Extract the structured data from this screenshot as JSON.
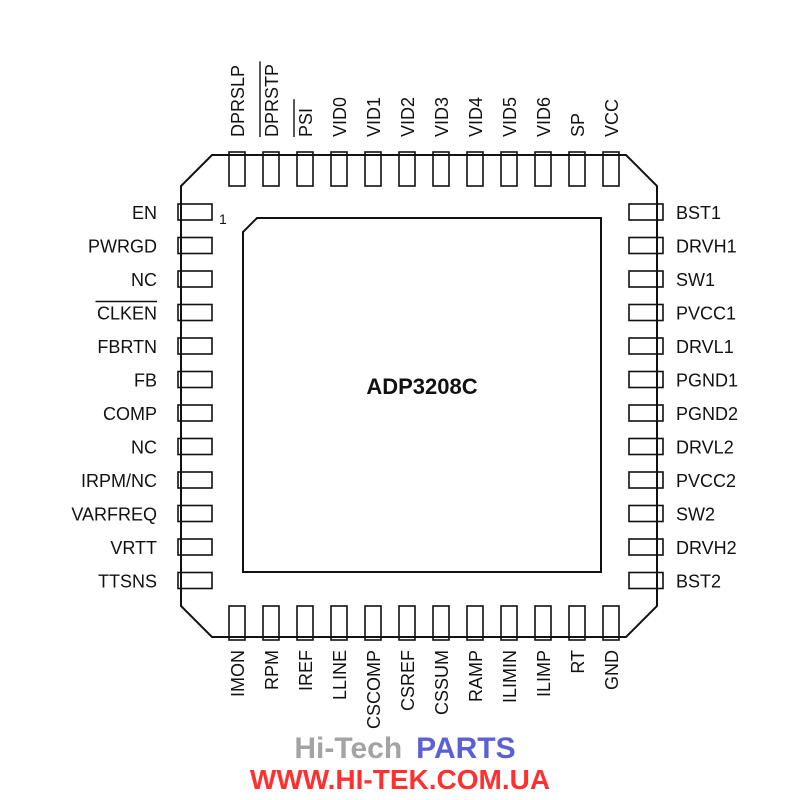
{
  "chip": {
    "name": "ADP3208C",
    "pin1_marker": "1"
  },
  "pins": {
    "left": [
      "EN",
      "PWRGD",
      "NC",
      "CLKEN",
      "FBRTN",
      "FB",
      "COMP",
      "NC",
      "IRPM/NC",
      "VARFREQ",
      "VRTT",
      "TTSNS"
    ],
    "left_overbar": [
      false,
      false,
      false,
      true,
      false,
      false,
      false,
      false,
      false,
      false,
      false,
      false
    ],
    "right": [
      "BST1",
      "DRVH1",
      "SW1",
      "PVCC1",
      "DRVL1",
      "PGND1",
      "PGND2",
      "DRVL2",
      "PVCC2",
      "SW2",
      "DRVH2",
      "BST2"
    ],
    "top": [
      "DPRSLP",
      "DPRSTP",
      "PSI",
      "VID0",
      "VID1",
      "VID2",
      "VID3",
      "VID4",
      "VID5",
      "VID6",
      "SP",
      "VCC"
    ],
    "top_overbar": [
      false,
      true,
      true,
      false,
      false,
      false,
      false,
      false,
      false,
      false,
      false,
      false
    ],
    "bottom": [
      "IMON",
      "RPM",
      "IREF",
      "LLINE",
      "CSCOMP",
      "CSREF",
      "CSSUM",
      "RAMP",
      "ILIMIN",
      "ILIMP",
      "RT",
      "GND"
    ]
  },
  "watermark": {
    "line1_a": "Hi-Tech",
    "line1_b": "PARTS",
    "line2": "WWW.HI-TEK.COM.UA",
    "color_gray": "#9a9a9a",
    "color_blue": "#4a4fd0",
    "color_red": "#ff1a1a"
  },
  "colors": {
    "line": "#111111"
  }
}
